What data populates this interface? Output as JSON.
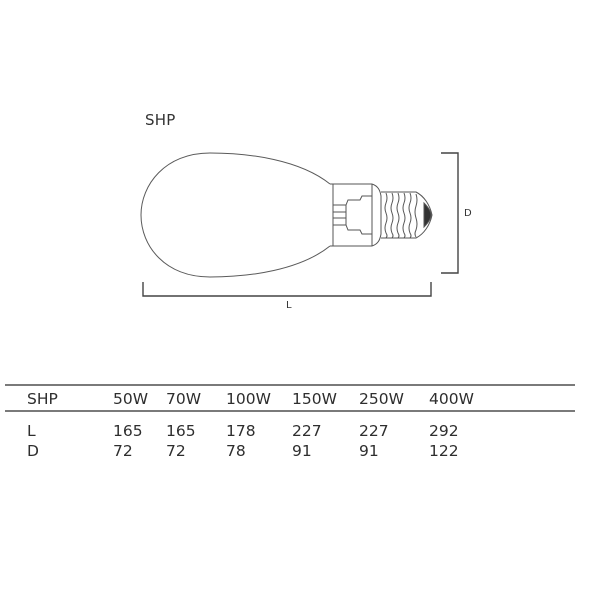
{
  "diagram": {
    "title": "SHP",
    "dimension_labels": {
      "length": "L",
      "diameter": "D"
    },
    "figure": "ellipsoidal high-pressure sodium lamp with E-type screw base"
  },
  "table": {
    "header": [
      "SHP",
      "50W",
      "70W",
      "100W",
      "150W",
      "250W",
      "400W"
    ],
    "rows": [
      {
        "label": "L",
        "values": [
          "165",
          "165",
          "178",
          "227",
          "227",
          "292"
        ]
      },
      {
        "label": "D",
        "values": [
          "72",
          "72",
          "78",
          "91",
          "91",
          "122"
        ]
      }
    ]
  },
  "colors": {
    "line": "#7a7a7a",
    "text": "#2e2e2e",
    "drawing_stroke": "#555555"
  }
}
